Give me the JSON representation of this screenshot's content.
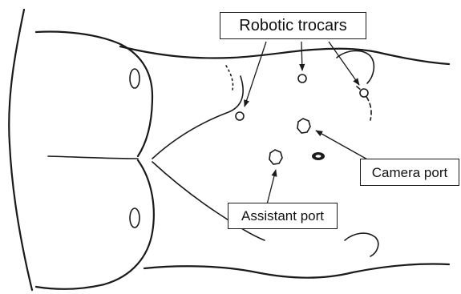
{
  "labels": {
    "robotic_trocars": "Robotic trocars",
    "camera_port": "Camera port",
    "assistant_port": "Assistant port"
  },
  "colors": {
    "ink": "#1a1a1a",
    "background": "#ffffff"
  }
}
